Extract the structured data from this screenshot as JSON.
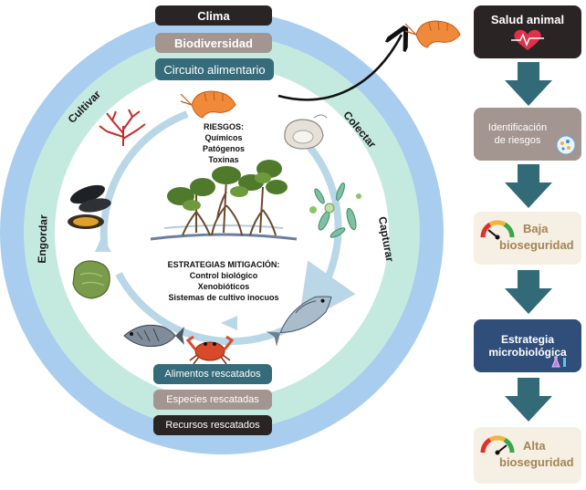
{
  "outer_labels": {
    "clima": "Clima",
    "biodiversidad": "Biodiversidad",
    "circuito": "Circuito alimentario"
  },
  "ring_labels": {
    "cultivar": "Cultivar",
    "colectar": "Colectar",
    "capturar": "Capturar",
    "engordar": "Engordar"
  },
  "center": {
    "riesgos_title": "RIESGOS:",
    "riesgos": [
      "Químicos",
      "Patógenos",
      "Toxinas"
    ],
    "mitigacion_title": "ESTRATEGIAS MITIGACIÓN:",
    "mitigacion": [
      "Control biológico",
      "Xenobióticos",
      "Sistemas de cultivo inocuos"
    ]
  },
  "bottom_labels": {
    "alimentos": "Alimentos rescatados",
    "especies": "Especies rescatadas",
    "recursos": "Recursos  rescatados"
  },
  "flow": {
    "salud_animal": "Salud animal",
    "identificacion": [
      "Identificación",
      "de riesgos"
    ],
    "baja": [
      "Baja",
      "bioseguridad"
    ],
    "estrategia": [
      "Estrategia",
      "microbiológica"
    ],
    "alta": [
      "Alta",
      "bioseguridad"
    ]
  },
  "colors": {
    "dark": "#2b2424",
    "taupe": "#a39590",
    "teal": "#356b7a",
    "navy": "#2f4e7a",
    "outer_ring": "#a9cdee",
    "mid_ring": "#c4eadf",
    "inner": "#ffffff",
    "arrow": "#326a78",
    "pale_box": "#f5efe4"
  },
  "icons": [
    "shrimp-icon",
    "oyster-icon",
    "crab-icon",
    "fish-icon",
    "tilapia-icon",
    "mussel-icon",
    "coral-icon",
    "seaweed-icon",
    "plankton-icon",
    "mangrove-icon",
    "heart-icon",
    "gauge-icon",
    "virus-icon",
    "flask-icon"
  ]
}
